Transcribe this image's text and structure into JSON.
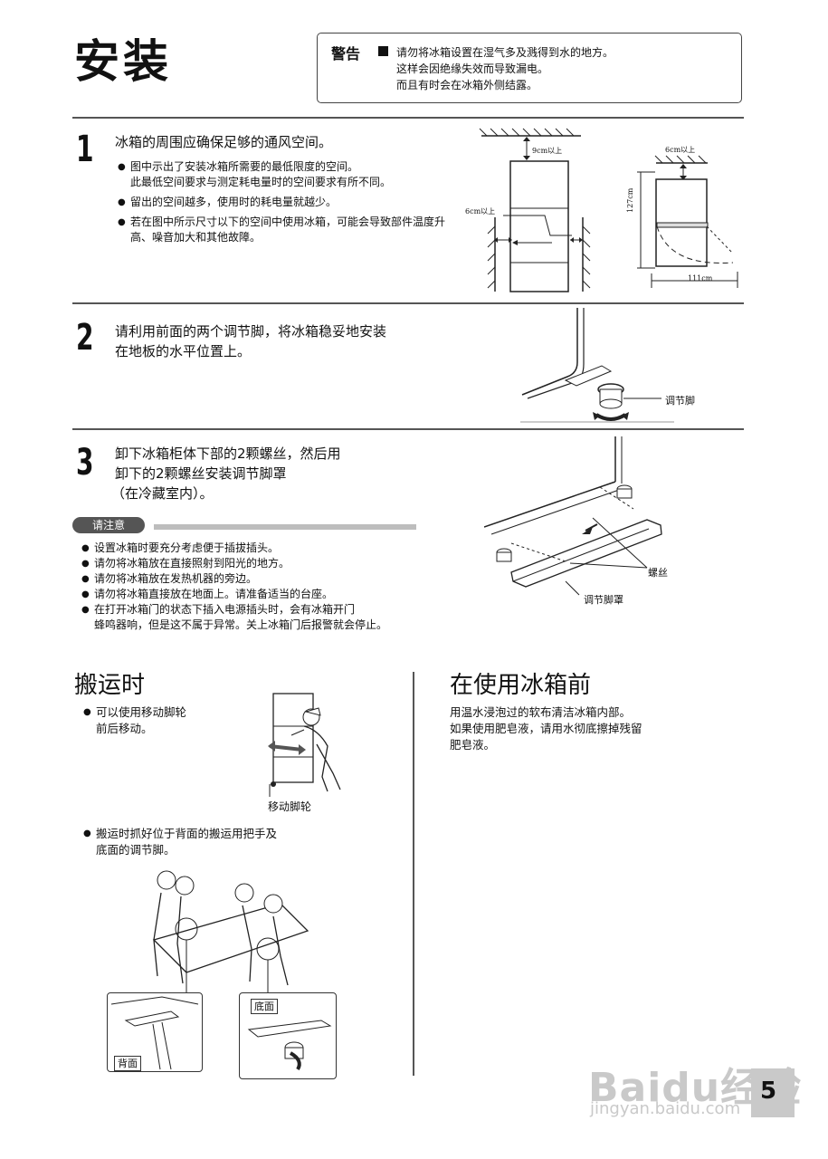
{
  "page": {
    "title": "安装",
    "page_number": "5"
  },
  "warning": {
    "label": "警告",
    "lines": [
      "请勿将冰箱设置在湿气多及溅得到水的地方。",
      "这样会因绝缘失效而导致漏电。",
      "而且有时会在冰箱外侧结露。"
    ]
  },
  "step1": {
    "number": "1",
    "heading": "冰箱的周围应确保足够的通风空间。",
    "bullets": [
      "图中示出了安装冰箱所需要的最低限度的空间。\n此最低空间要求与测定耗电量时的空间要求有所不同。",
      "留出的空间越多，使用时的耗电量就越少。",
      "若在图中所示尺寸以下的空间中使用冰箱，可能会导致部件温度升高、噪音加大和其他故障。"
    ],
    "figure_labels": {
      "top_gap": "9cm以上",
      "side_gap": "6cm以上",
      "side_top_gap": "6cm以上",
      "height": "127cm",
      "depth": "111cm"
    }
  },
  "step2": {
    "number": "2",
    "heading_lines": [
      "请利用前面的两个调节脚，将冰箱稳妥地安装",
      "在地板的水平位置上。"
    ],
    "figure_label": "调节脚"
  },
  "step3": {
    "number": "3",
    "heading_lines": [
      "卸下冰箱柜体下部的2颗螺丝，然后用",
      "卸下的2颗螺丝安装调节脚罩",
      "（在冷藏室内）。"
    ],
    "figure_labels": {
      "screws": "螺丝",
      "cover": "调节脚罩"
    }
  },
  "note": {
    "tag": "请注意",
    "items": [
      "设置冰箱时要充分考虑便于插拔插头。",
      "请勿将冰箱放在直接照射到阳光的地方。",
      "请勿将冰箱放在发热机器的旁边。",
      "请勿将冰箱直接放在地面上。请准备适当的台座。",
      "在打开冰箱门的状态下插入电源插头时，会有冰箱开门\n蜂鸣器响，但是这不属于异常。关上冰箱门后报警就会停止。"
    ]
  },
  "transport": {
    "title": "搬运时",
    "bullet1_lines": [
      "可以使用移动脚轮",
      "前后移动。"
    ],
    "caster_label": "移动脚轮",
    "bullet2_lines": [
      "搬运时抓好位于背面的搬运用把手及",
      "底面的调节脚。"
    ],
    "back_label": "背面",
    "bottom_label": "底面"
  },
  "before_use": {
    "title": "在使用冰箱前",
    "lines": [
      "用温水浸泡过的软布清洁冰箱内部。",
      "如果使用肥皂液，请用水彻底擦掉残留",
      "肥皂液。"
    ]
  },
  "watermark": {
    "main": "Baidu经验",
    "sub": "jingyan.baidu.com"
  }
}
